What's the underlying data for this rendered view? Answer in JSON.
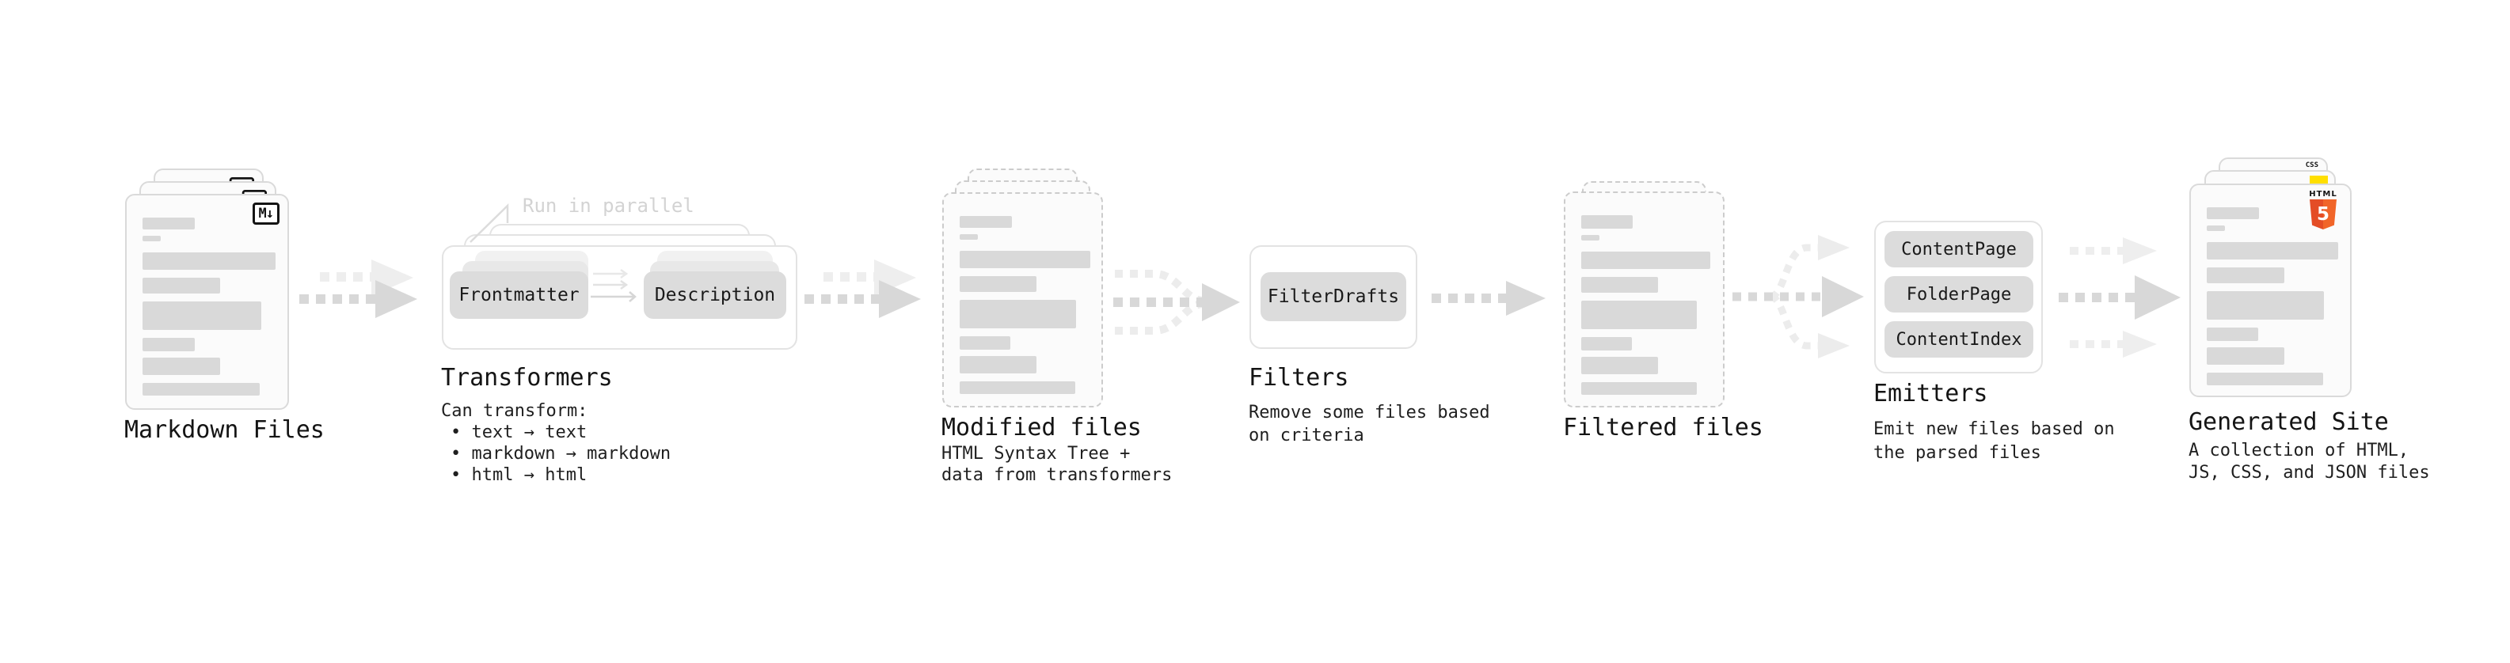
{
  "stages": [
    {
      "id": "markdown-files",
      "title": "Markdown Files",
      "badge": "M↓"
    },
    {
      "id": "transformers",
      "title": "Transformers",
      "annotation": "Run in parallel",
      "boxes": [
        "Frontmatter",
        "Description"
      ],
      "caption_lines": [
        "Can transform:",
        "• text → text",
        "• markdown → markdown",
        "• html → html"
      ]
    },
    {
      "id": "modified-files",
      "title": "Modified files",
      "caption_lines": [
        "HTML Syntax Tree +",
        "data from transformers"
      ]
    },
    {
      "id": "filters",
      "title": "Filters",
      "boxes": [
        "FilterDrafts"
      ],
      "caption_lines": [
        "Remove some files based",
        "on criteria"
      ]
    },
    {
      "id": "filtered-files",
      "title": "Filtered files"
    },
    {
      "id": "emitters",
      "title": "Emitters",
      "boxes": [
        "ContentPage",
        "FolderPage",
        "ContentIndex"
      ],
      "caption_lines": [
        "Emit new files based on",
        "the parsed files"
      ]
    },
    {
      "id": "generated-site",
      "title": "Generated Site",
      "caption_lines": [
        "A collection of HTML,",
        "JS, CSS, and JSON files"
      ],
      "badges": {
        "css": "CSS",
        "html_label": "HTML",
        "html_number": "5"
      }
    }
  ],
  "colors": {
    "arrow_dark": "#d8d8d8",
    "arrow_light": "#eeeeee",
    "card_border": "#dadada",
    "card_dashed_border": "#cccccc",
    "card_fill": "#fbfbfb",
    "bar_fill": "#d9d9d9",
    "pill_fill": "#dcdcdc",
    "frame_border": "#e3e3e3",
    "text": "#1a1a1a",
    "annotation_gray": "#d3d3d3",
    "html5_orange": "#e44d26",
    "html5_orange_light": "#f16529",
    "js_yellow": "#ffdf00",
    "css_blue": "#2760e4"
  }
}
